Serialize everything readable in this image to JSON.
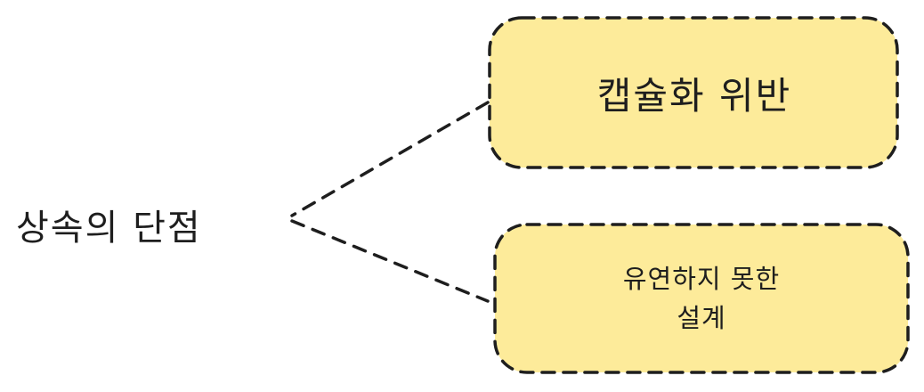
{
  "root": {
    "label": "상속의 단점"
  },
  "nodes": [
    {
      "label": "캡슐화 위반"
    },
    {
      "label": "유연하지 못한\n설계"
    }
  ],
  "colors": {
    "node_fill": "#fdeb9a",
    "stroke": "#1e1e1e",
    "text": "#1e1e1e",
    "background": "#ffffff"
  }
}
